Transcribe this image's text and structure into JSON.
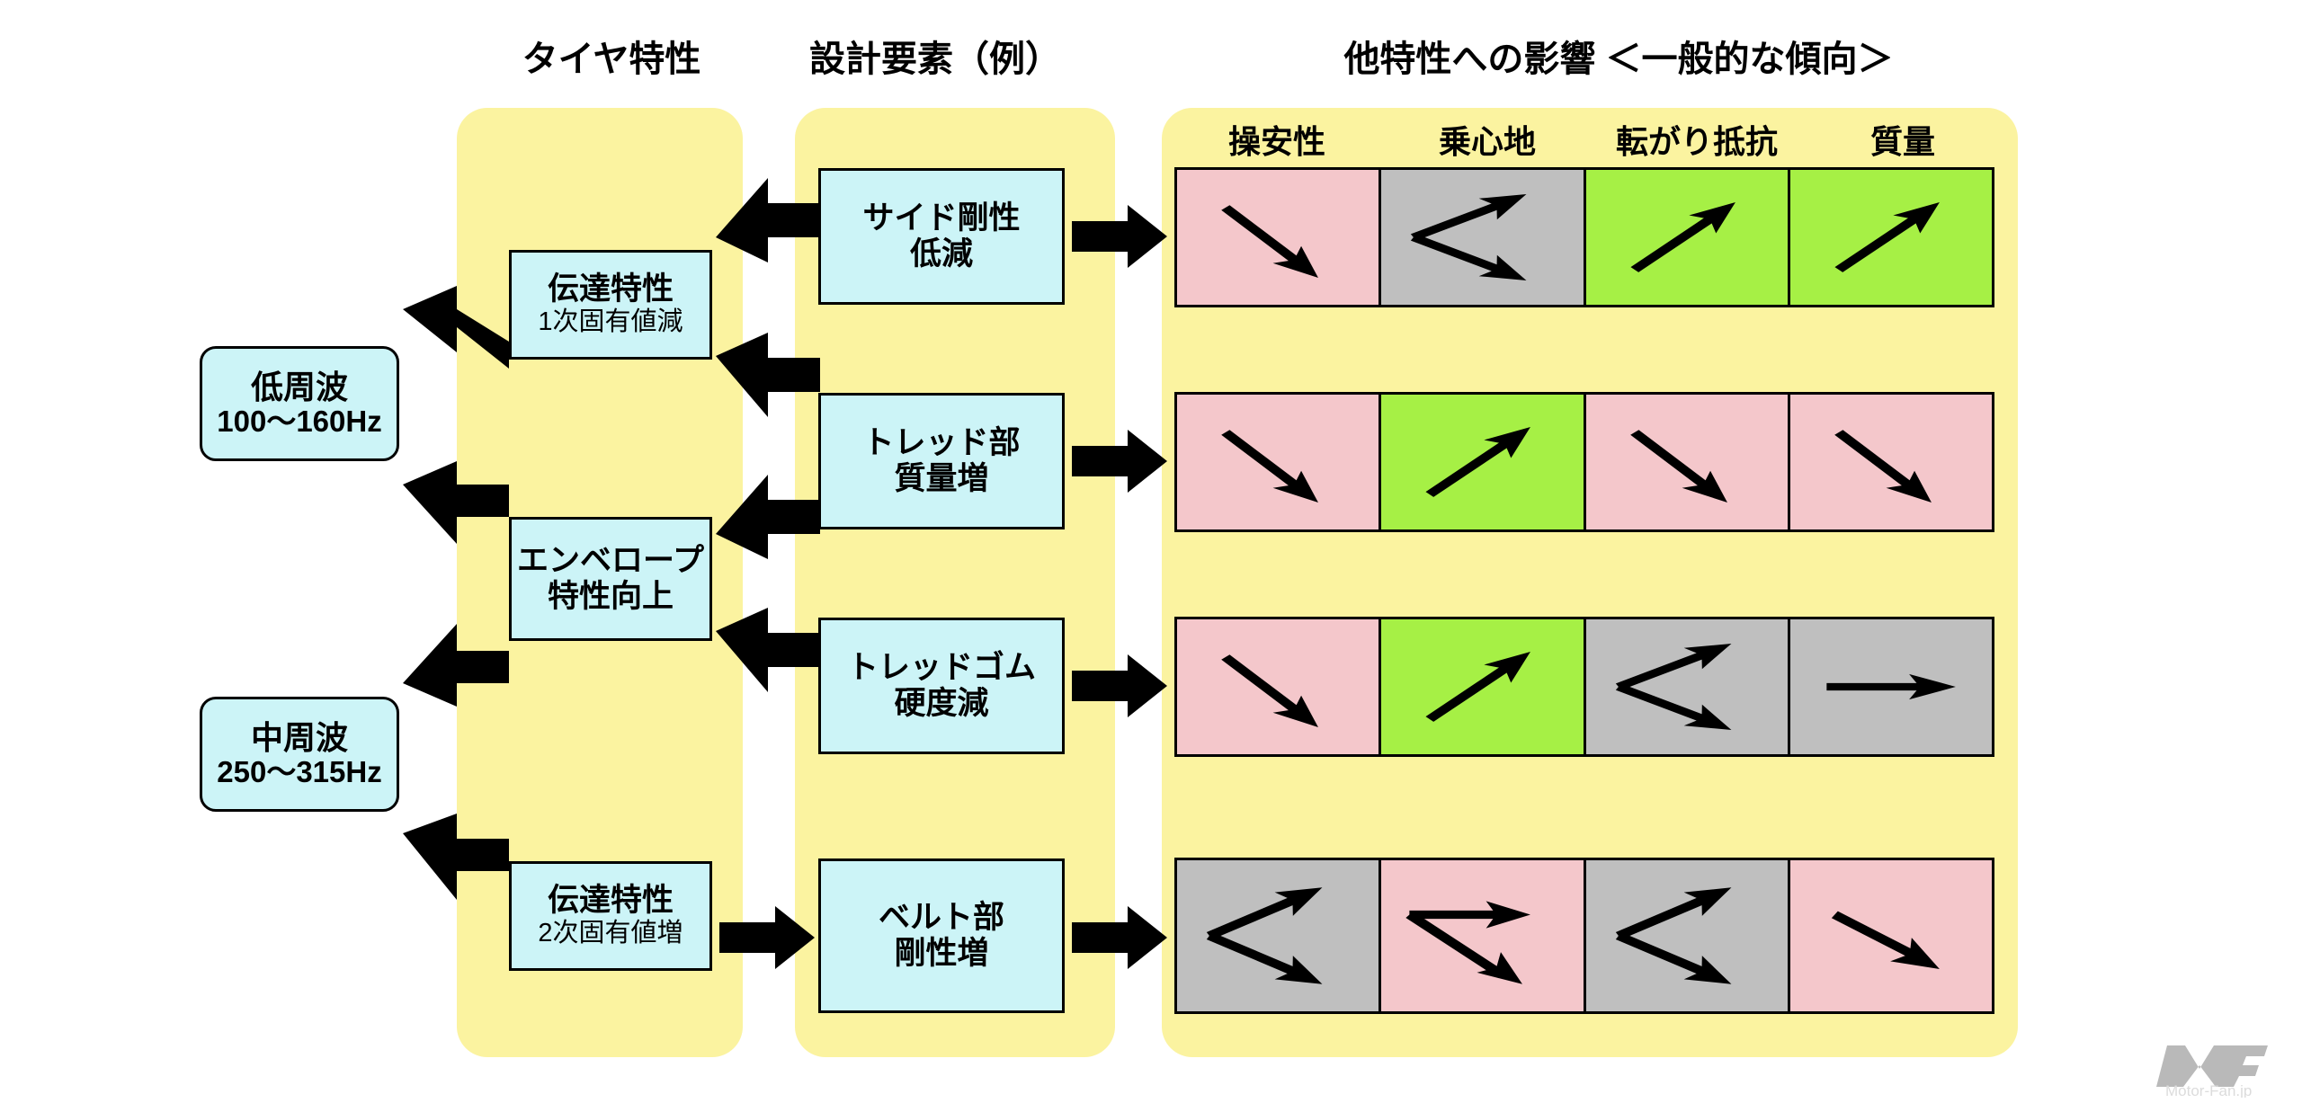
{
  "headings": {
    "col1": "タイヤ特性",
    "col2": "設計要素（例）",
    "col3": "他特性への影響 ＜一般的な傾向＞"
  },
  "inputs": [
    {
      "name": "低周波",
      "range": "100〜160Hz"
    },
    {
      "name": "中周波",
      "range": "250〜315Hz"
    }
  ],
  "tire_characteristics": [
    {
      "title": "伝達特性",
      "sub": "1次固有値減"
    },
    {
      "title": "エンベロープ",
      "sub": "特性向上"
    },
    {
      "title": "伝達特性",
      "sub": "2次固有値増"
    }
  ],
  "design_elements": [
    {
      "line1": "サイド剛性",
      "line2": "低減"
    },
    {
      "line1": "トレッド部",
      "line2": "質量増"
    },
    {
      "line1": "トレッドゴム",
      "line2": "硬度減"
    },
    {
      "line1": "ベルト部",
      "line2": "剛性増"
    }
  ],
  "matrix": {
    "columns": [
      "操安性",
      "乗心地",
      "転がり抵抗",
      "質量"
    ],
    "legend": {
      "worse_color": "#f4c7cb",
      "better_color": "#a6f045",
      "neutral_color": "#bfbfbf"
    },
    "rows": [
      {
        "design_element": "サイド剛性低減",
        "cells": [
          {
            "effect": "worse",
            "arrow": "down",
            "color": "#f4c7cb"
          },
          {
            "effect": "neutral",
            "arrow": "split-both",
            "color": "#bfbfbf"
          },
          {
            "effect": "better",
            "arrow": "up",
            "color": "#a6f045"
          },
          {
            "effect": "better",
            "arrow": "up",
            "color": "#a6f045"
          }
        ]
      },
      {
        "design_element": "トレッド部質量増",
        "cells": [
          {
            "effect": "worse",
            "arrow": "down",
            "color": "#f4c7cb"
          },
          {
            "effect": "better",
            "arrow": "up",
            "color": "#a6f045"
          },
          {
            "effect": "worse",
            "arrow": "down",
            "color": "#f4c7cb"
          },
          {
            "effect": "worse",
            "arrow": "down",
            "color": "#f4c7cb"
          }
        ]
      },
      {
        "design_element": "トレッドゴム硬度減",
        "cells": [
          {
            "effect": "worse",
            "arrow": "down",
            "color": "#f4c7cb"
          },
          {
            "effect": "better",
            "arrow": "up",
            "color": "#a6f045"
          },
          {
            "effect": "neutral",
            "arrow": "split-both",
            "color": "#bfbfbf"
          },
          {
            "effect": "neutral",
            "arrow": "flat",
            "color": "#bfbfbf"
          }
        ]
      },
      {
        "design_element": "ベルト部剛性増",
        "cells": [
          {
            "effect": "neutral",
            "arrow": "split-both",
            "color": "#bfbfbf"
          },
          {
            "effect": "worse",
            "arrow": "split-flat-down",
            "color": "#f4c7cb"
          },
          {
            "effect": "neutral",
            "arrow": "split-both",
            "color": "#bfbfbf"
          },
          {
            "effect": "worse",
            "arrow": "down-shallow",
            "color": "#f4c7cb"
          }
        ]
      }
    ]
  },
  "watermark": {
    "mark": "MF",
    "text": "Motor-Fan.jp"
  },
  "colors": {
    "panel_yellow": "#fbf3a0",
    "box_cyan": "#ccf4f7",
    "outline": "#000000"
  }
}
